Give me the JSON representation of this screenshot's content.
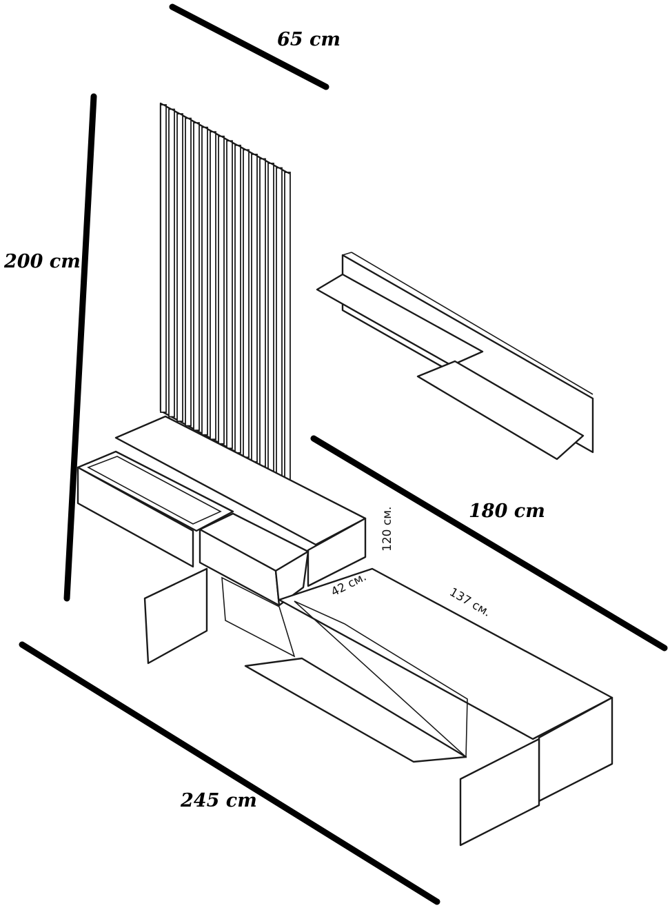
{
  "dimensions": {
    "depth": "65 cm",
    "height": "200 cm",
    "shelf_width": "180 cm",
    "total_width": "245 cm"
  },
  "unit_measurements": {
    "unit_height": "120 см.",
    "unit_depth": "42 см.",
    "unit_width": "137 см."
  },
  "colors": {
    "line": "#1a1a1a",
    "dimension_bar": "#000000",
    "background": "#ffffff"
  }
}
